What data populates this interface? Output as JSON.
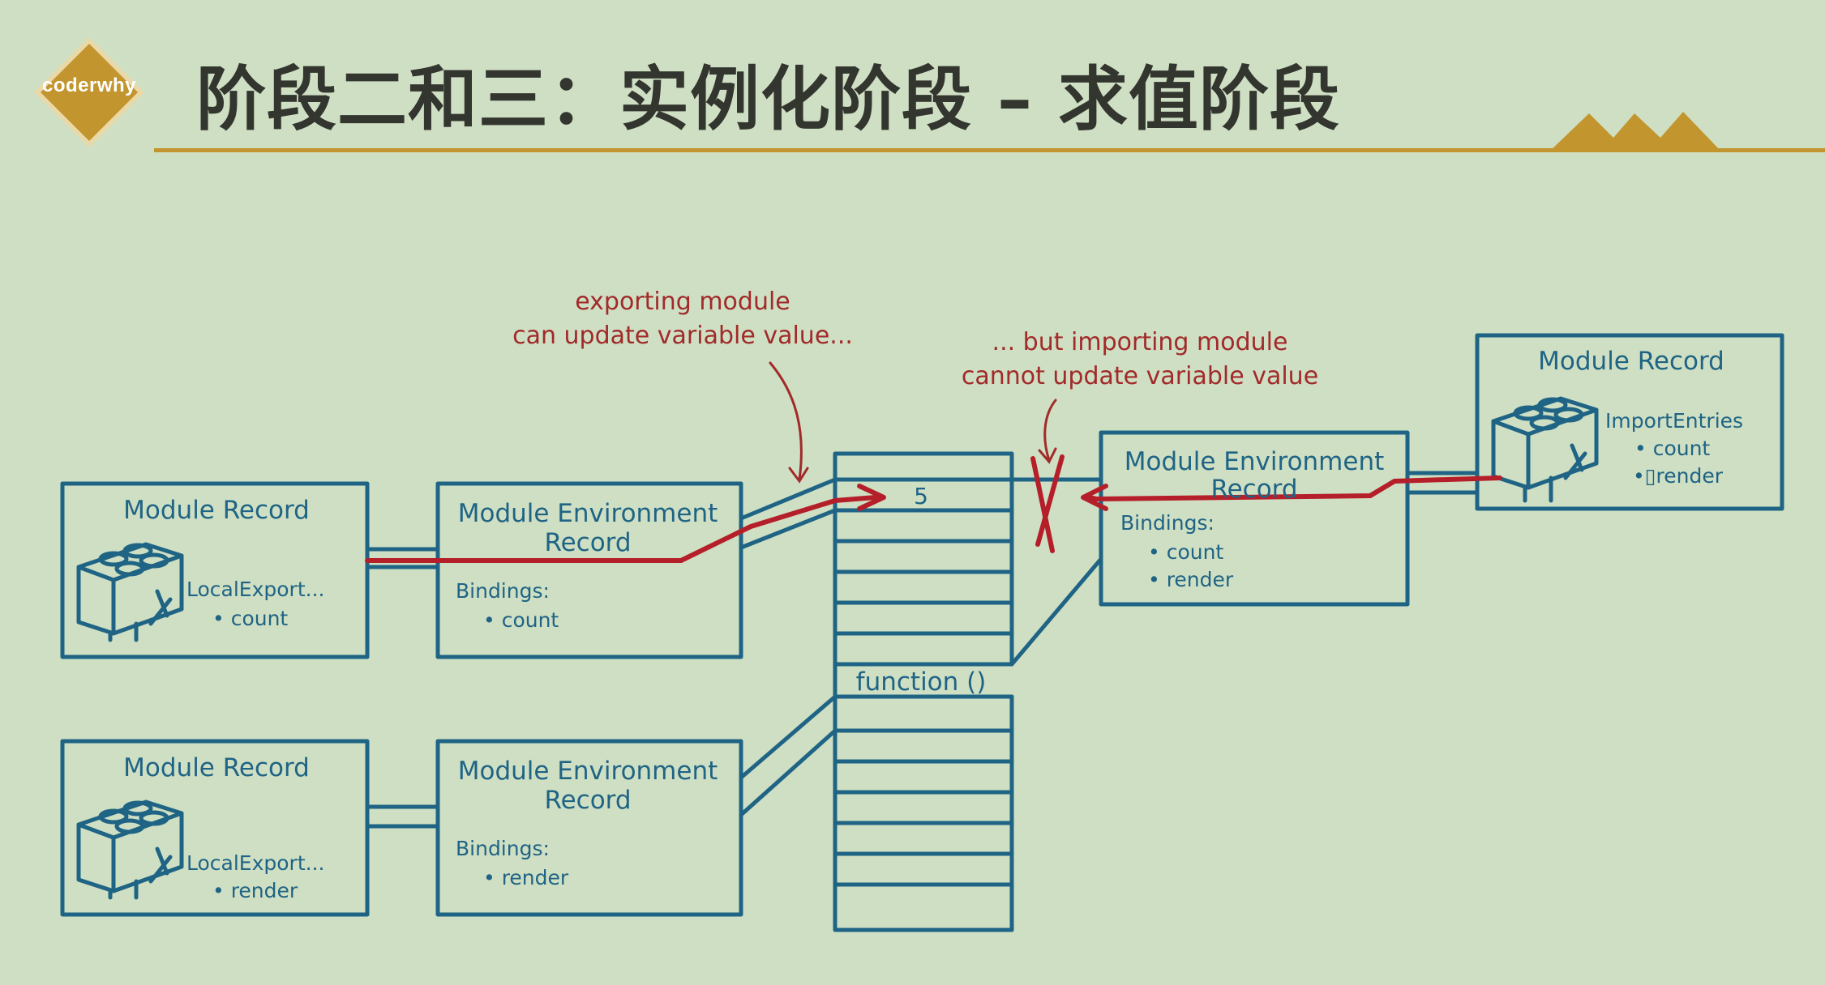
{
  "brand": {
    "logo_text": "coderwhy",
    "accent": "#c3952e"
  },
  "title": "阶段二和三：实例化阶段 – 求值阶段",
  "colors": {
    "background": "#cfdfc3",
    "box_stroke": "#1f6485",
    "arrow": "#b51f2a",
    "annotation": "#a12a2a",
    "title_text": "#33352f"
  },
  "annotations": {
    "exporting_line1": "exporting module",
    "exporting_line2": "can update variable value...",
    "importing_line1": "... but importing module",
    "importing_line2": "cannot update variable value"
  },
  "diagram": {
    "module_record_1": {
      "title": "Module Record",
      "label": "LocalExport...",
      "item": "• count"
    },
    "env_record_1": {
      "title_line1": "Module Environment",
      "title_line2": "Record",
      "bindings": "Bindings:",
      "item": "• count"
    },
    "module_record_2": {
      "title": "Module Record",
      "label": "LocalExport...",
      "item": "• render"
    },
    "env_record_2": {
      "title_line1": "Module Environment",
      "title_line2": "Record",
      "bindings": "Bindings:",
      "item": "• render"
    },
    "memory": {
      "value_cell": "5",
      "function_cell": "function ()"
    },
    "env_record_3": {
      "title_line1": "Module Environment",
      "title_line2": "Record",
      "bindings": "Bindings:",
      "item1": "• count",
      "item2": "• render"
    },
    "module_record_3": {
      "title": "Module Record",
      "label": "ImportEntries",
      "item1": "• count",
      "item2": "•▯render"
    }
  }
}
